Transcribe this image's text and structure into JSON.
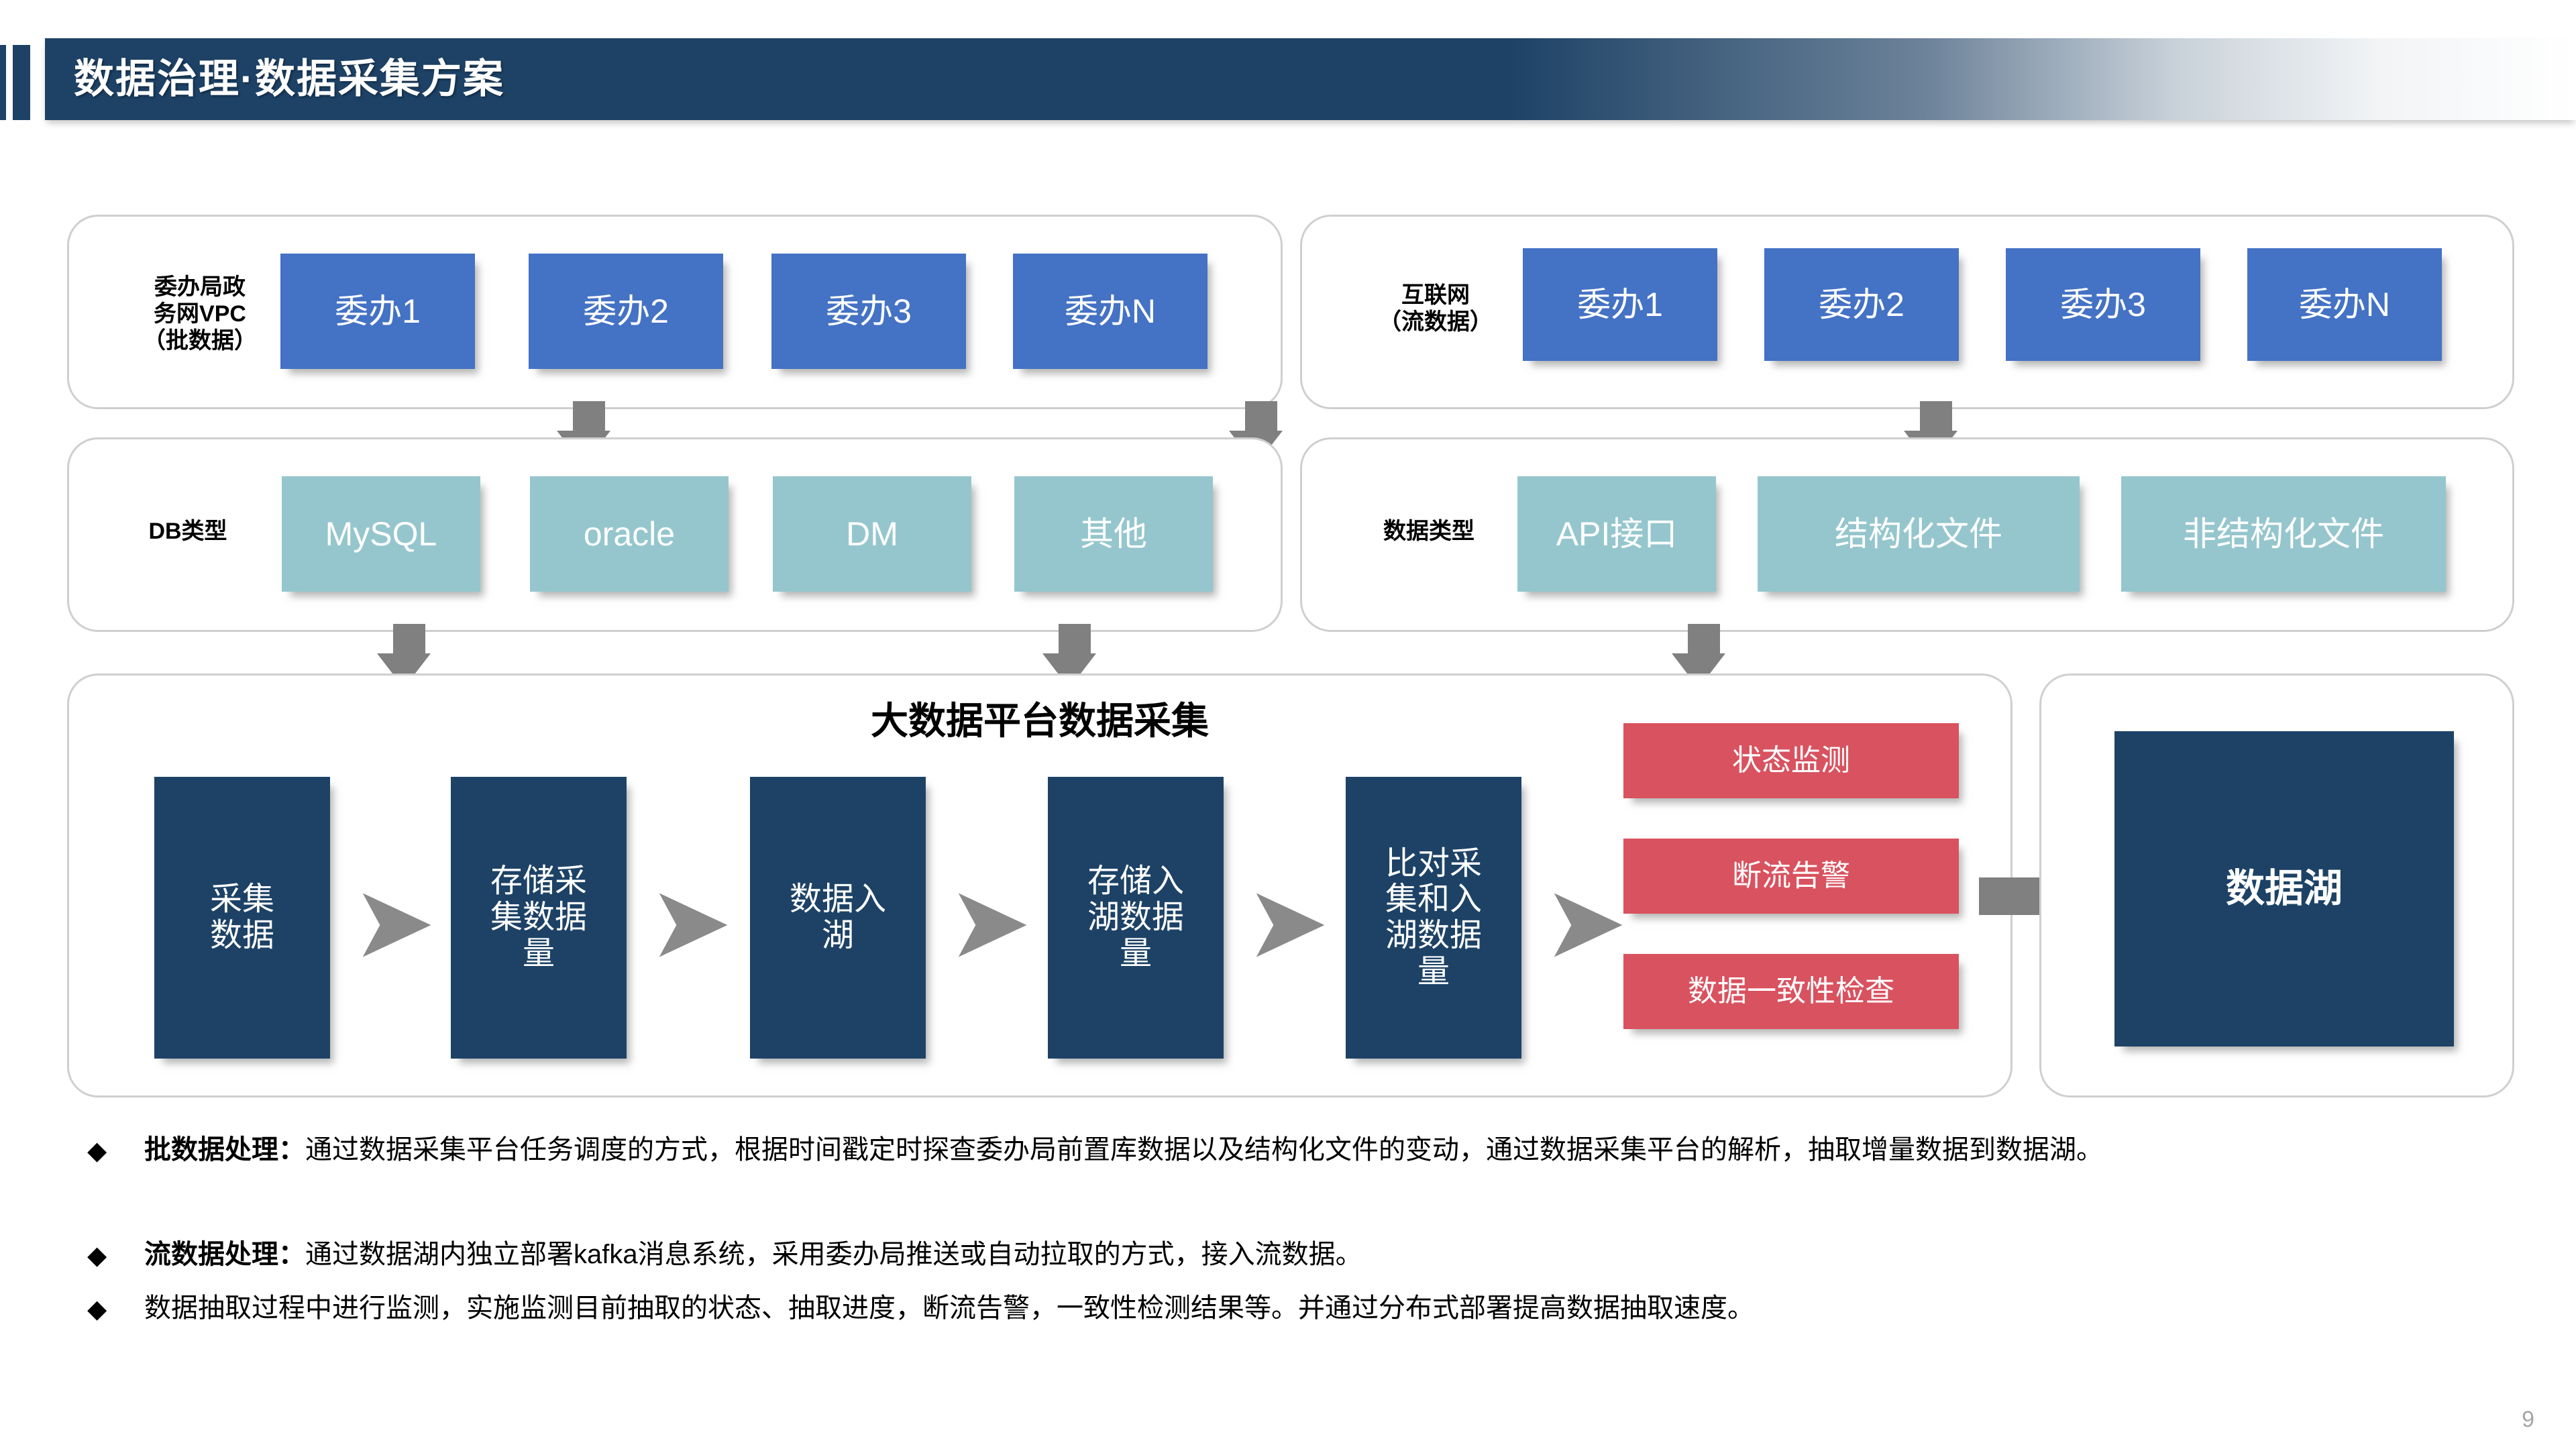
{
  "slide": {
    "title": "数据治理·数据采集方案",
    "page_number": "9",
    "colors": {
      "navy": "#1d4266",
      "blue": "#4472c4",
      "teal": "#95c6cd",
      "red": "#d9525f",
      "arrow_gray": "#808080",
      "panel_border": "#cfcfcf"
    }
  },
  "source_row": {
    "left_panel": {
      "label": "委办局政\n务网VPC\n（批数据）",
      "cards": [
        "委办1",
        "委办2",
        "委办3",
        "委办N"
      ]
    },
    "right_panel": {
      "label": "互联网\n（流数据）",
      "cards": [
        "委办1",
        "委办2",
        "委办3",
        "委办N"
      ]
    }
  },
  "type_row": {
    "left_panel": {
      "label": "DB类型",
      "cards": [
        "MySQL",
        "oracle",
        "DM",
        "其他"
      ]
    },
    "right_panel": {
      "label": "数据类型",
      "cards": [
        "API接口",
        "结构化文件",
        "非结构化文件"
      ]
    }
  },
  "platform_panel": {
    "title": "大数据平台数据采集",
    "steps": [
      "采集\n数据",
      "存储采\n集数据\n量",
      "数据入\n湖",
      "存储入\n湖数据\n量",
      "比对采\n集和入\n湖数据\n量"
    ],
    "monitor_cards": [
      "状态监测",
      "断流告警",
      "数据一致性检查"
    ]
  },
  "lake_panel": {
    "label": "数据湖"
  },
  "bullets": [
    {
      "marker": "◆",
      "bold": "批数据处理：",
      "text": "通过数据采集平台任务调度的方式，根据时间戳定时探查委办局前置库数据以及结构化文件的变动，通过数据采集平台的解析，抽取增量数据到数据湖。"
    },
    {
      "marker": "◆",
      "bold": "流数据处理：",
      "text": "通过数据湖内独立部署kafka消息系统，采用委办局推送或自动拉取的方式，接入流数据。"
    },
    {
      "marker": "◆",
      "bold": "",
      "text": "数据抽取过程中进行监测，实施监测目前抽取的状态、抽取进度，断流告警，一致性检测结果等。并通过分布式部署提高数据抽取速度。"
    }
  ]
}
